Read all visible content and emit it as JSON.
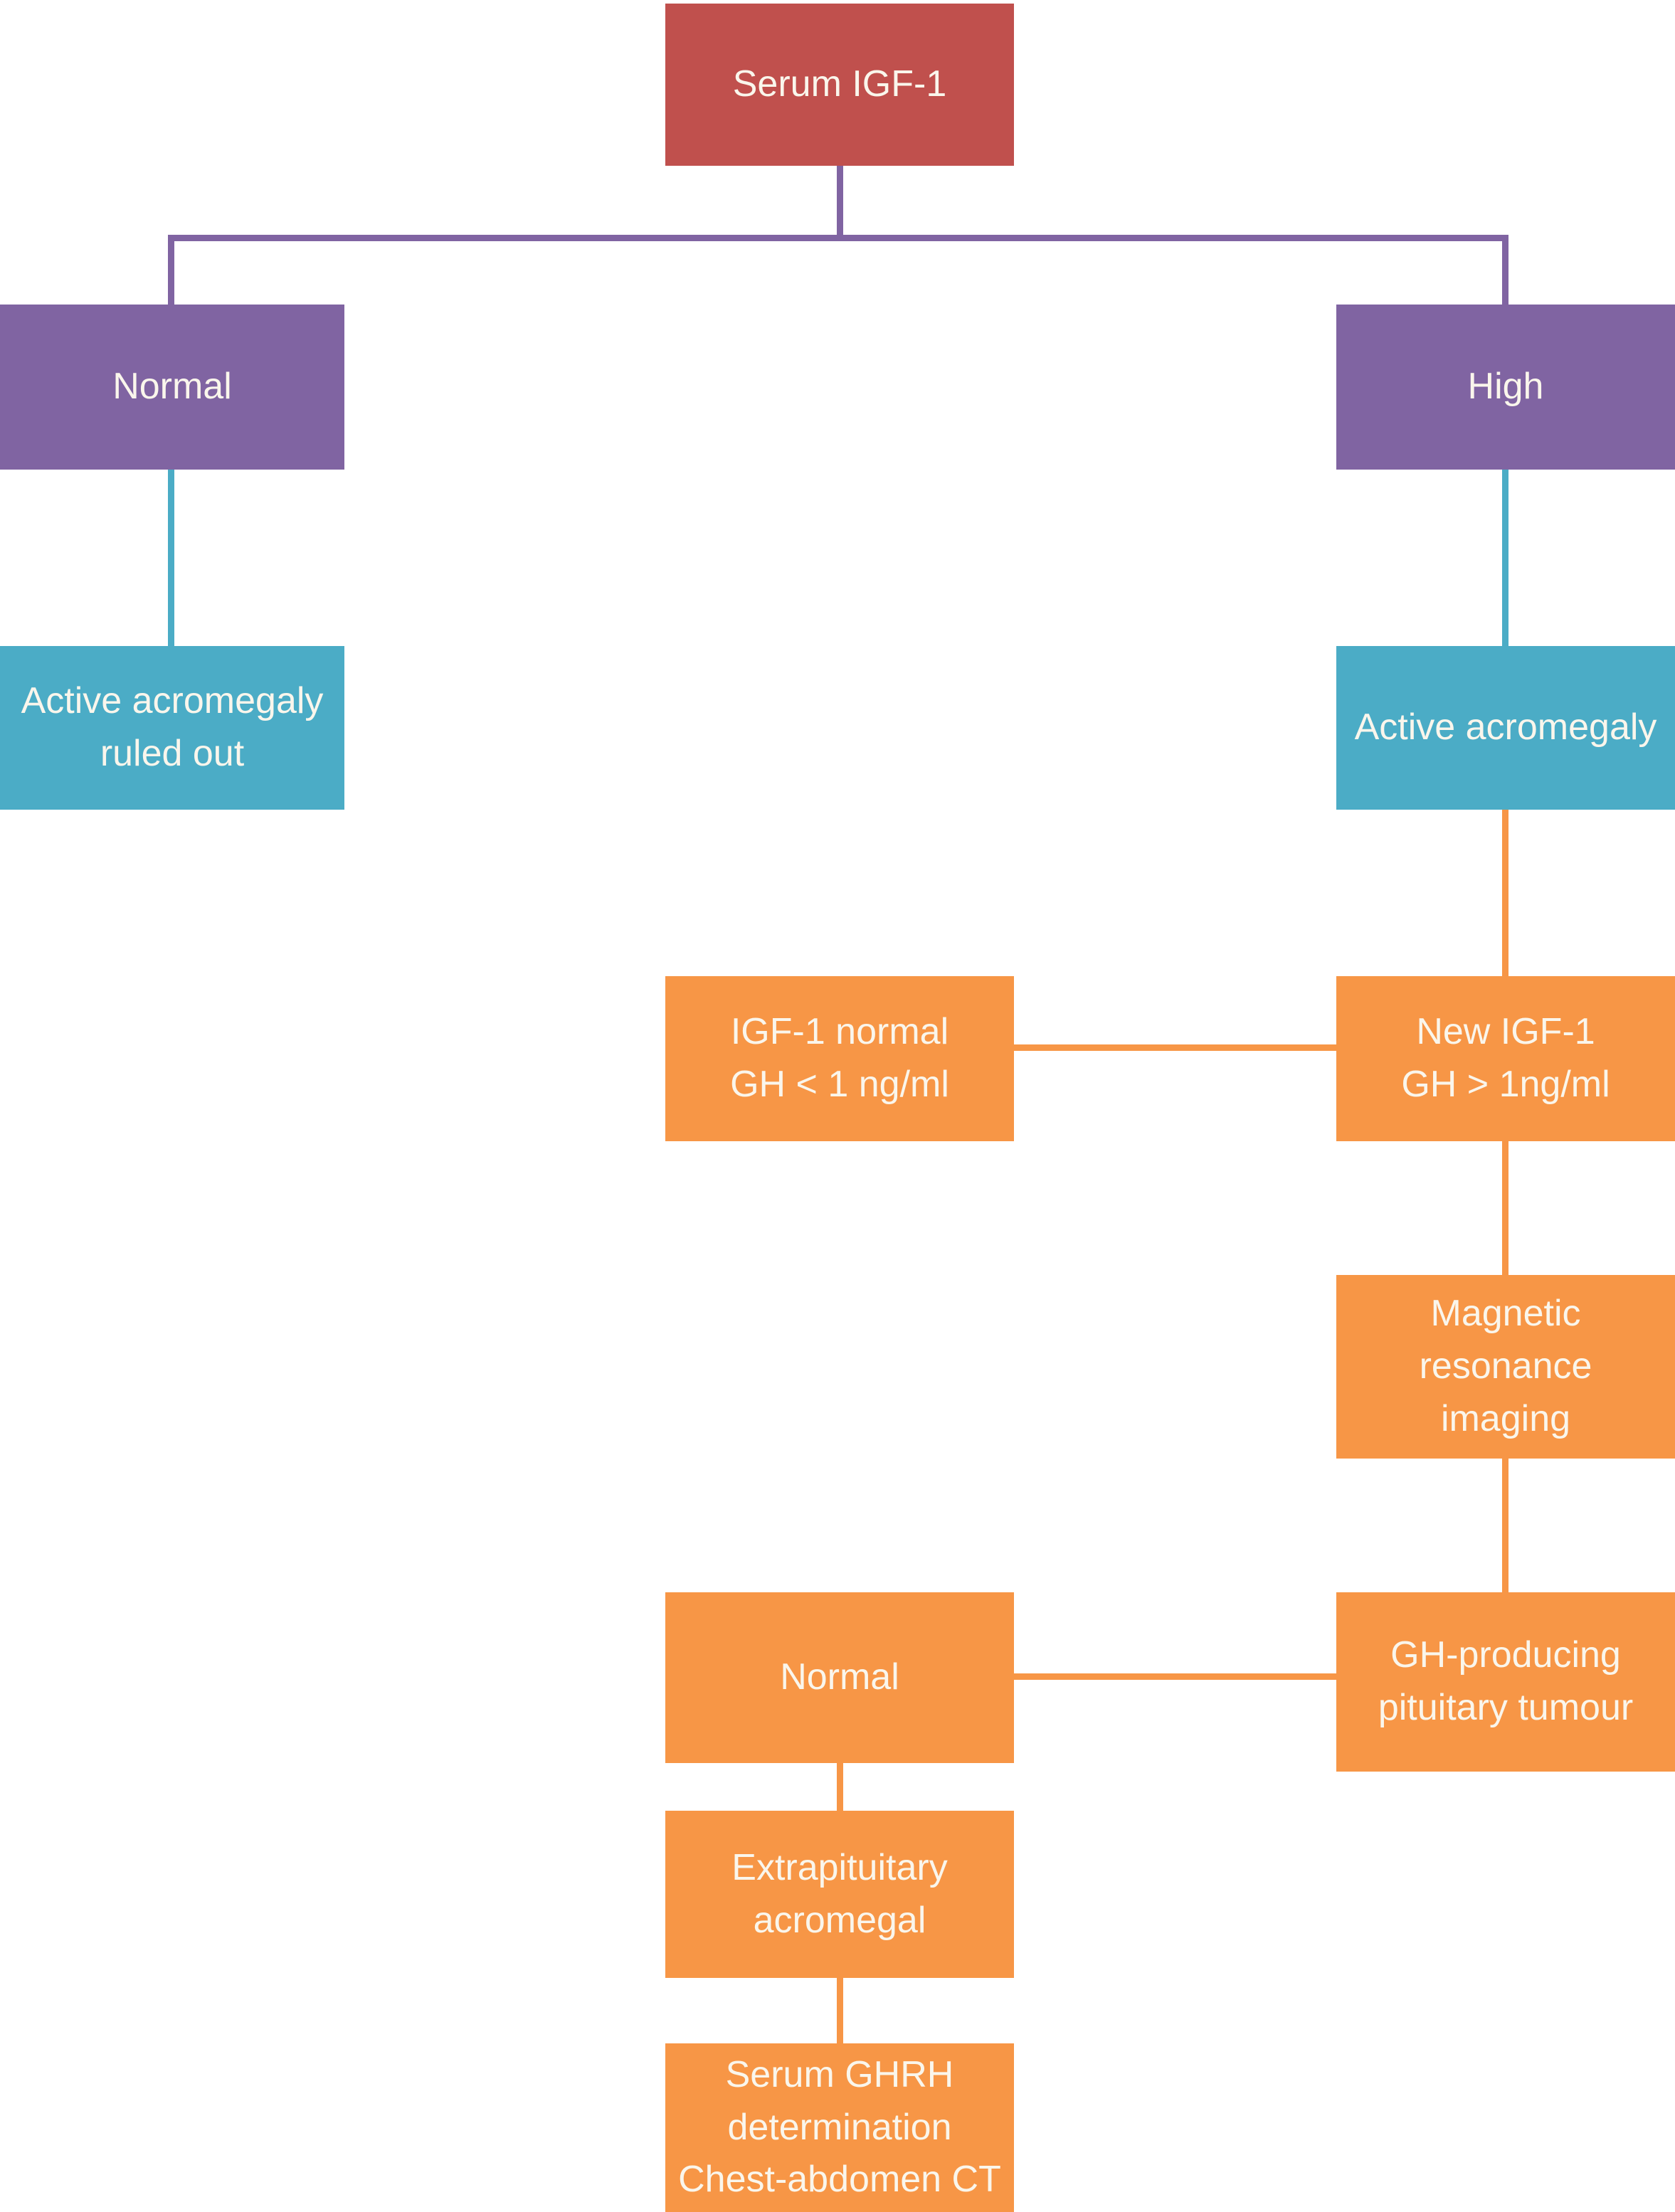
{
  "colors": {
    "background": "#ffffff",
    "red": "#c0504d",
    "purple": "#8064a2",
    "teal": "#4bacc6",
    "orange": "#f79646",
    "text": "#faf6ec"
  },
  "nodes": {
    "serum_igf1": {
      "label": "Serum IGF-1",
      "color": "#c0504d"
    },
    "normal_branch": {
      "label": "Normal",
      "color": "#8064a2"
    },
    "high_branch": {
      "label": "High",
      "color": "#8064a2"
    },
    "ruled_out": {
      "label": "Active acromegaly\nruled out",
      "color": "#4bacc6"
    },
    "active_acromegaly": {
      "label": "Active acromegaly",
      "color": "#4bacc6"
    },
    "igf1_normal": {
      "label": "IGF-1 normal\nGH < 1 ng/ml",
      "color": "#f79646"
    },
    "new_igf1": {
      "label": "New IGF-1\nGH > 1ng/ml",
      "color": "#f79646"
    },
    "mri": {
      "label": "Magnetic\nresonance\nimaging",
      "color": "#f79646"
    },
    "gh_tumour": {
      "label": "GH-producing\npituitary tumour",
      "color": "#f79646"
    },
    "mri_normal": {
      "label": "Normal",
      "color": "#f79646"
    },
    "extrapituitary": {
      "label": "Extrapituitary\nacromegal",
      "color": "#f79646"
    },
    "ghrh": {
      "label": "Serum GHRH\ndetermination\nChest-abdomen CT",
      "color": "#f79646"
    }
  }
}
